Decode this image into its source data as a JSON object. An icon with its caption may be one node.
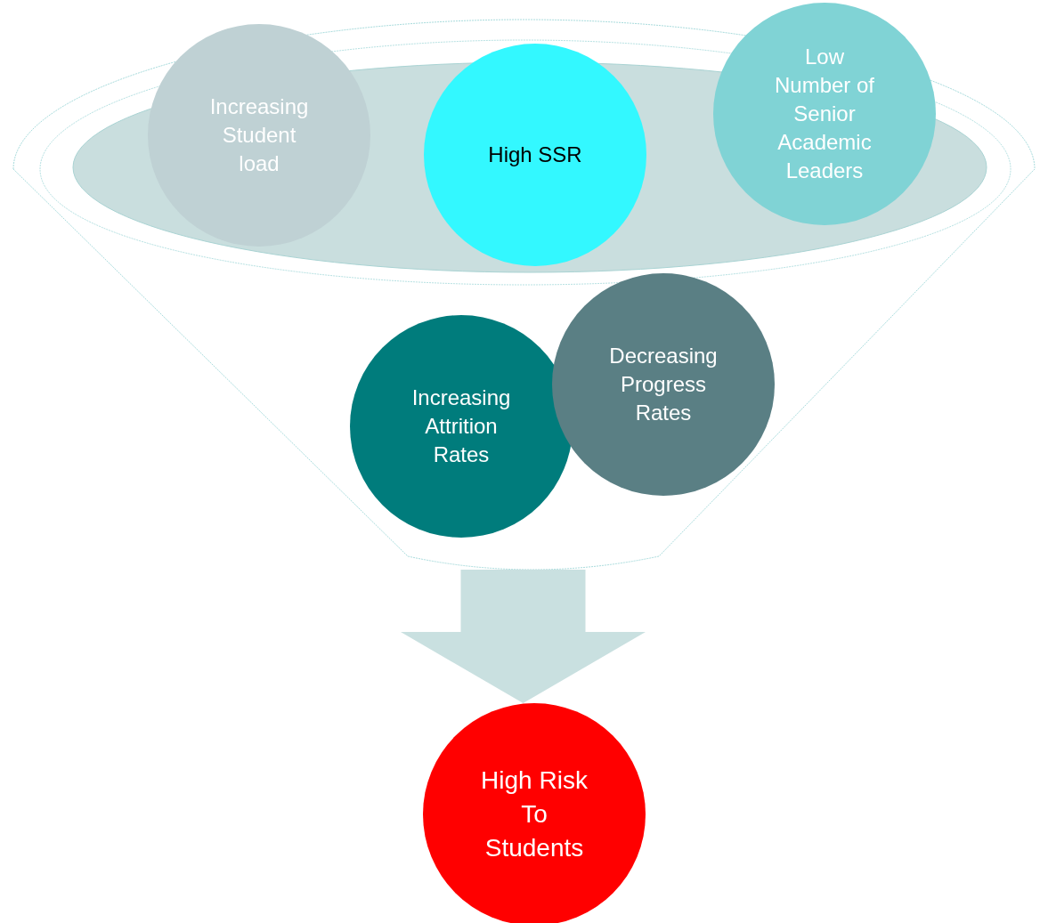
{
  "diagram": {
    "nodes": [
      {
        "text": [],
        "shape": "funnel"
      },
      {
        "text": [
          "Increasing Student load"
        ],
        "in": 0
      },
      {
        "text": [
          "High SSR"
        ],
        "in": 0
      },
      {
        "text": [
          "Low Number of Senior Academic Leaders"
        ]
      },
      {
        "text": [
          "Increasing Attrition Rates"
        ],
        "in": 0
      },
      {
        "text": [
          "Decreasing Progress Rates"
        ],
        "in": 0
      },
      {
        "text": [
          "High Risk To Students"
        ]
      }
    ],
    "edges": [
      {
        "from": 0,
        "to": 6,
        "arrow": "to"
      }
    ]
  }
}
